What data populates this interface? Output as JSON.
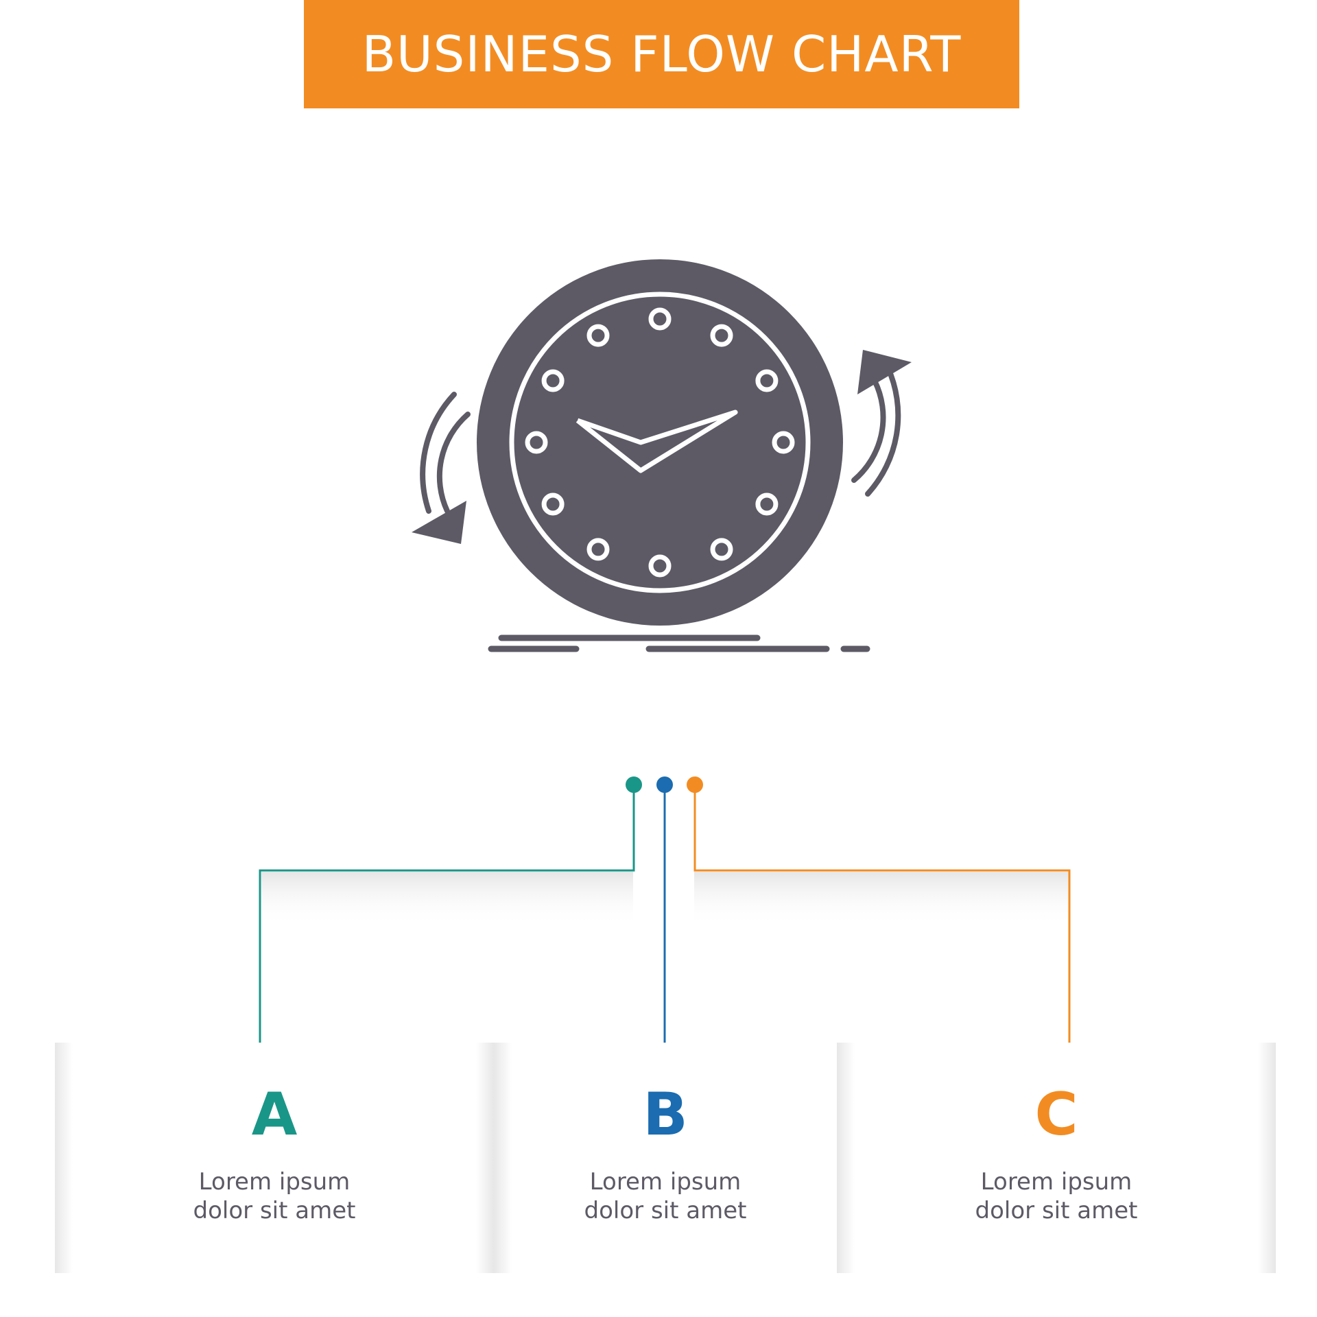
{
  "title": "BUSINESS FLOW CHART",
  "icon": {
    "name": "backup-clock-icon",
    "color": "#5d5a66"
  },
  "colors": {
    "teal": "#1a9688",
    "blue": "#1b6cb0",
    "orange": "#f28c22",
    "text": "#5d5a66"
  },
  "boxes": [
    {
      "letter": "A",
      "color": "#1a9688",
      "line1": "Lorem ipsum",
      "line2": "dolor sit amet"
    },
    {
      "letter": "B",
      "color": "#1b6cb0",
      "line1": "Lorem ipsum",
      "line2": "dolor sit amet"
    },
    {
      "letter": "C",
      "color": "#f28c22",
      "line1": "Lorem ipsum",
      "line2": "dolor sit amet"
    }
  ]
}
